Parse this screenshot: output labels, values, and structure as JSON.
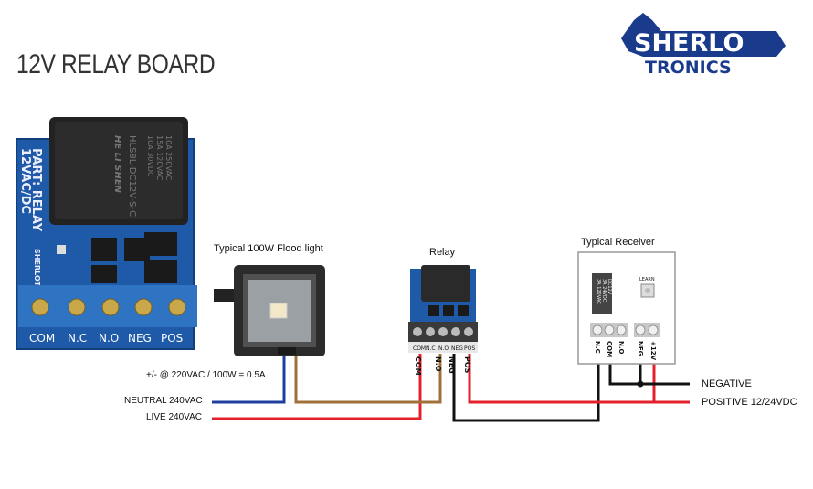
{
  "page": {
    "title": "12V RELAY BOARD"
  },
  "logo": {
    "line1": "SHERLO",
    "line2": "TRONICS"
  },
  "board_photo": {
    "relay_text": [
      "10A 250VAC",
      "15A 120VAC",
      "10A 30VDC",
      "HLS8L-DC12V-S-C",
      "HE LI SHEN"
    ],
    "part_text": [
      "PART: RELAY",
      "12VAC/DC"
    ],
    "side_text": "SHERLOTRONICS",
    "terminal_labels": [
      "COM",
      "N.C",
      "N.O",
      "NEG",
      "POS"
    ]
  },
  "flood_light": {
    "caption": "Typical 100W Flood light"
  },
  "relay": {
    "caption": "Relay",
    "pins": [
      "COM",
      "N.C",
      "N.O",
      "NEG",
      "POS"
    ],
    "pin_labels": [
      "COM",
      "N.O",
      "NEG",
      "POS"
    ]
  },
  "receiver": {
    "caption": "Typical Receiver",
    "learn_label": "LEARN",
    "relay_text": [
      "3A 120VAC",
      "3A 24VDC",
      "DC12V"
    ],
    "terminal_labels": [
      "N.C",
      "COM",
      "N.O",
      "NEG",
      "+12V"
    ]
  },
  "wires": {
    "load_note": "+/- @ 220VAC / 100W = 0.5A",
    "neutral_label": "NEUTRAL  240VAC",
    "live_label": "LIVE  240VAC",
    "negative_label": "NEGATIVE",
    "positive_label": "POSITIVE 12/24VDC",
    "colors": {
      "neutral": "#1e3fa0",
      "live": "#e3202b",
      "load": "#a0703a",
      "negative": "#111111",
      "positive": "#e3202b"
    }
  }
}
